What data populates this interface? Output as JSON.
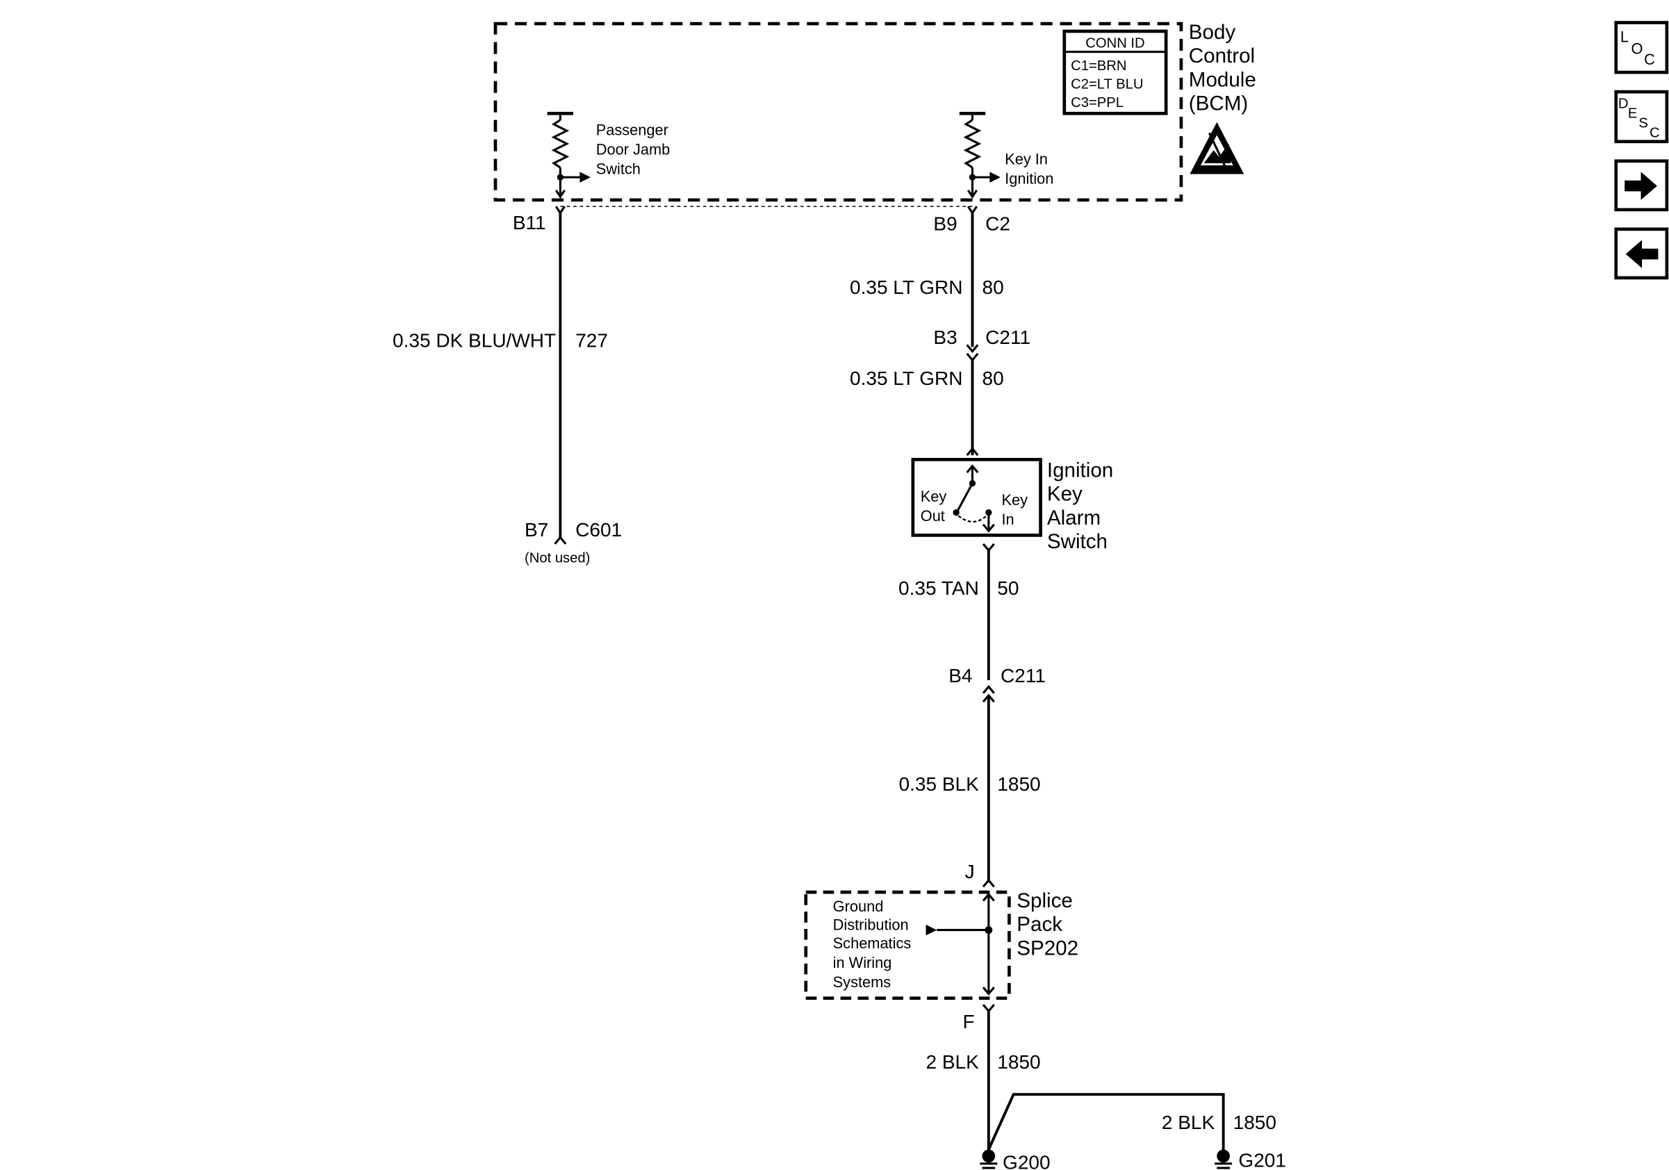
{
  "bcm": {
    "title_line1": "Body",
    "title_line2": "Control",
    "title_line3": "Module",
    "title_line4": "(BCM)",
    "conn_id": {
      "header": "CONN ID",
      "c1": "C1=BRN",
      "c2": "C2=LT BLU",
      "c3": "C3=PPL"
    },
    "passenger_switch": {
      "line1": "Passenger",
      "line2": "Door Jamb",
      "line3": "Switch"
    },
    "key_in_switch": {
      "line1": "Key In",
      "line2": "Ignition"
    }
  },
  "left_circuit": {
    "pin_top": "B11",
    "wire_label": "0.35 DK BLU/WHT",
    "circuit_no": "727",
    "pin_bottom": "B7",
    "connector_bottom": "C601",
    "note": "(Not used)"
  },
  "right_circuit": {
    "pin_bcm": "B9",
    "conn_bcm": "C2",
    "wire1_label": "0.35 LT GRN",
    "wire1_no": "80",
    "pin_c211_top": "B3",
    "conn_c211_top": "C211",
    "wire2_label": "0.35 LT GRN",
    "wire2_no": "80",
    "ignition_switch": {
      "title_line1": "Ignition",
      "title_line2": "Key",
      "title_line3": "Alarm",
      "title_line4": "Switch",
      "key_out_line1": "Key",
      "key_out_line2": "Out",
      "key_in_line1": "Key",
      "key_in_line2": "In"
    },
    "wire3_label": "0.35 TAN",
    "wire3_no": "50",
    "pin_c211_bottom": "B4",
    "conn_c211_bottom": "C211",
    "wire4_label": "0.35 BLK",
    "wire4_no": "1850",
    "splice_pin_top": "J",
    "splice_pack": {
      "title_line1": "Splice",
      "title_line2": "Pack",
      "title_line3": "SP202",
      "ref_line1": "Ground",
      "ref_line2": "Distribution",
      "ref_line3": "Schematics",
      "ref_line4": "in Wiring",
      "ref_line5": "Systems"
    },
    "splice_pin_bottom": "F",
    "wire5_label": "2 BLK",
    "wire5_no": "1850",
    "wire6_label": "2 BLK",
    "wire6_no": "1850",
    "ground1": "G200",
    "ground2": "G201"
  },
  "nav": {
    "loc_l": "L",
    "loc_o": "O",
    "loc_c": "C",
    "desc_d": "D",
    "desc_e": "E",
    "desc_s": "S",
    "desc_c": "C"
  }
}
